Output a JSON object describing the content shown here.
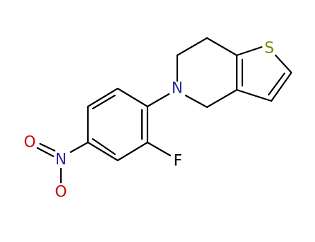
{
  "molecule": {
    "atom_labels": {
      "sulfur": "S",
      "nitrogen": "N",
      "fluorine": "F",
      "nitro_nitrogen": "N",
      "nitro_oxygen_top": "O",
      "nitro_oxygen_bottom": "O"
    },
    "colors": {
      "bond": "#000000",
      "sulfur": "#808000",
      "nitrogen": "#2b2b9c",
      "fluorine": "#000000",
      "oxygen": "#cc0000",
      "background": "#ffffff"
    }
  }
}
